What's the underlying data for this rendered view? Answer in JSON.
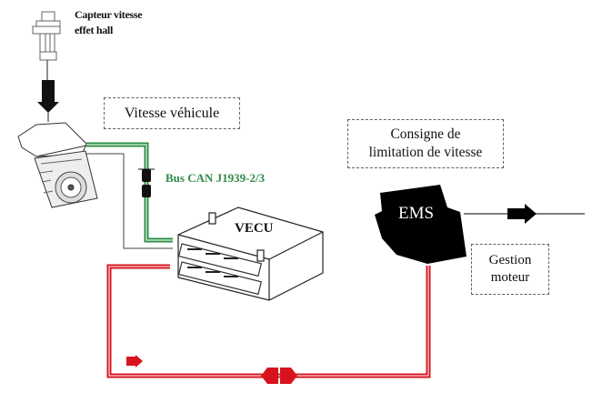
{
  "diagram": {
    "sensor": {
      "line1": "Capteur vitesse",
      "line2": "effet hall"
    },
    "speed_box": {
      "label": "Vitesse véhicule"
    },
    "bus": {
      "label": "Bus CAN J1939-2/3"
    },
    "vecu": {
      "label": "VECU"
    },
    "limit_box": {
      "line1": "Consigne de",
      "line2": "limitation de vitesse"
    },
    "ems": {
      "label": "EMS"
    },
    "engine_box": {
      "line1": "Gestion",
      "line2": "moteur"
    }
  },
  "colors": {
    "can_bus": "#2e8b47",
    "red_link": "#d7141e",
    "wire": "#555555"
  }
}
